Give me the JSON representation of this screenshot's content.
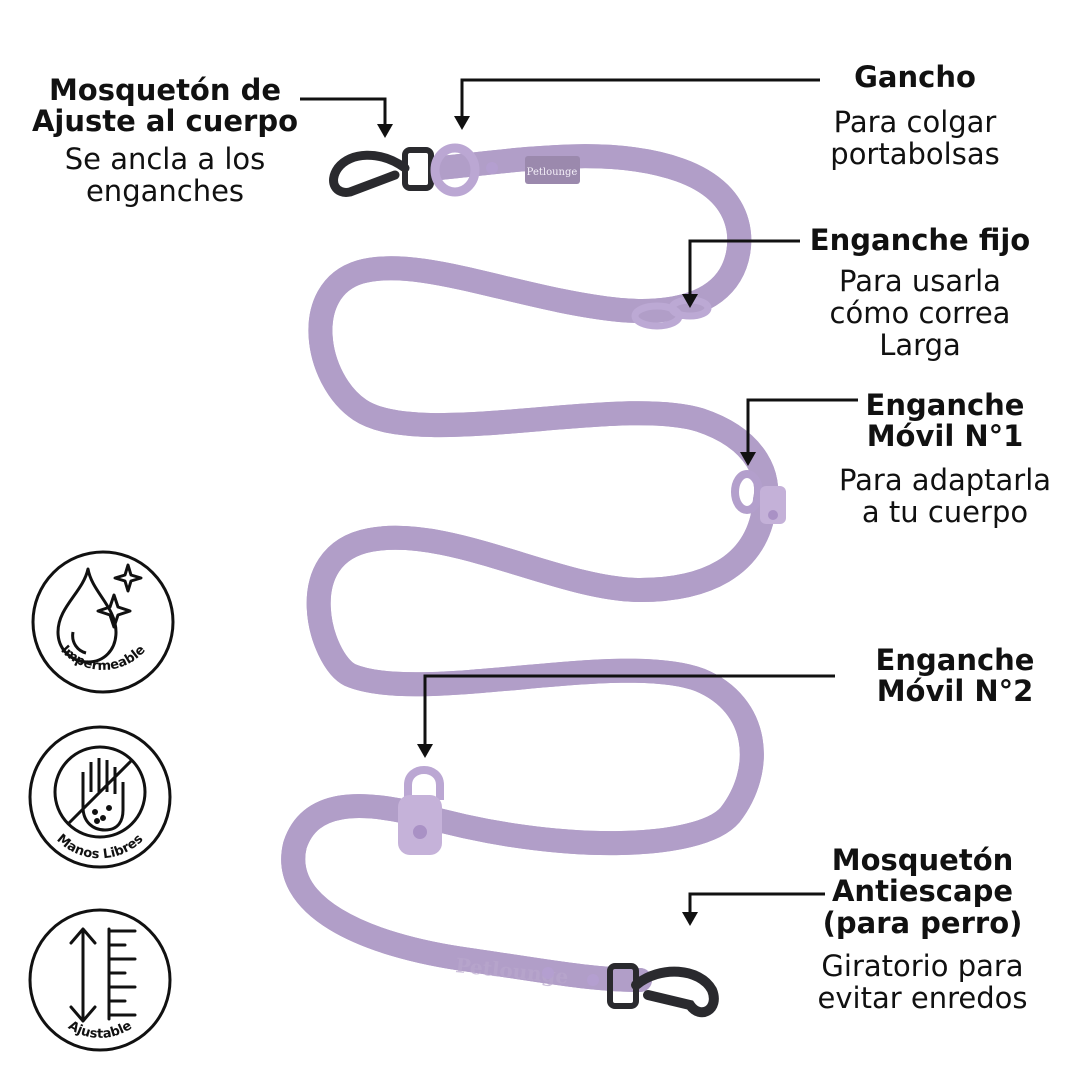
{
  "callouts": {
    "mosqueton_ajuste": {
      "title": "Mosquetón de\nAjuste al cuerpo",
      "desc": "Se ancla a los\nenganches"
    },
    "gancho": {
      "title": "Gancho",
      "desc": "Para colgar\nportabolsas"
    },
    "enganche_fijo": {
      "title": "Enganche fijo",
      "desc": "Para usarla\ncómo correa\nLarga"
    },
    "enganche_movil_1": {
      "title": "Enganche\nMóvil N°1",
      "desc": "Para adaptarla\na tu cuerpo"
    },
    "enganche_movil_2": {
      "title": "Enganche\nMóvil N°2",
      "desc": ""
    },
    "mosqueton_antiescape": {
      "title": "Mosquetón\nAntiescape\n(para perro)",
      "desc": "Giratorio para\nevitar enredos"
    }
  },
  "badges": [
    {
      "label": "Impermeable",
      "icon": "water-drop-sparkle-icon"
    },
    {
      "label": "Manos Libres",
      "icon": "no-hand-icon"
    },
    {
      "label": "Ajustable",
      "icon": "ruler-arrow-icon"
    }
  ],
  "product": {
    "brand_tag": "Petlounge",
    "strap_print": "Petlounge",
    "strap_color": "#cbb8dc",
    "strap_edge": "#b19ec8",
    "hardware_color": "#2a2a2e"
  }
}
